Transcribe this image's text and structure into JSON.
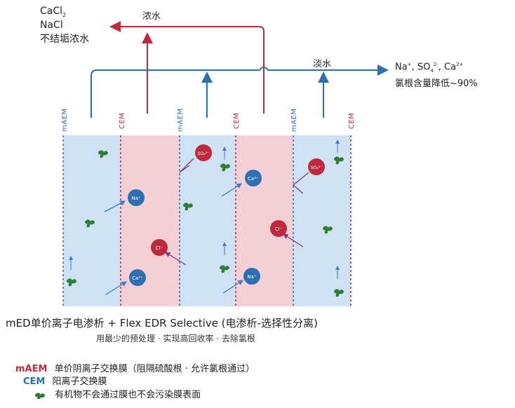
{
  "concentrate": {
    "title": "浓水",
    "ions_line1": "CaCl",
    "ions_line1_sub": "2",
    "ions_line2": "NaCl",
    "note": "不结垢浓水"
  },
  "dilute": {
    "title": "淡水",
    "ions_na": "Na",
    "ions_so4": ", SO",
    "ions_ca": ", Ca",
    "note": "氯根含量降低~90%"
  },
  "membranes": [
    {
      "label": "mAEM",
      "color": "#2d6fb3"
    },
    {
      "label": "CEM",
      "color": "#c0283e"
    },
    {
      "label": "mAEM",
      "color": "#2d6fb3"
    },
    {
      "label": "CEM",
      "color": "#c0283e"
    },
    {
      "label": "mAEM",
      "color": "#2d6fb3"
    },
    {
      "label": "CEM",
      "color": "#c0283e"
    }
  ],
  "ions": [
    {
      "label": "Na⁺",
      "kind": "cation"
    },
    {
      "label": "Ca²⁺",
      "kind": "cation"
    },
    {
      "label": "Cl⁻",
      "kind": "anion"
    },
    {
      "label": "SO₄²⁻",
      "kind": "anion"
    },
    {
      "label": "Ca²⁺",
      "kind": "cation"
    },
    {
      "label": "Na⁺",
      "kind": "cation"
    },
    {
      "label": "Cl⁻",
      "kind": "anion"
    },
    {
      "label": "SO₄²⁻",
      "kind": "anion"
    }
  ],
  "caption": {
    "title": "mED单价离子电渗析 + Flex EDR Selective (电渗析-选择性分离)",
    "subtitle": "用最少的预处理 · 实现高回收率 · 去除氯根"
  },
  "legend": {
    "maem_key": "mAEM",
    "maem_text": "单价阴离子交换膜（阻隔硫酸根 · 允许氯根通过）",
    "cem_key": "CEM",
    "cem_text": "阳离子交换膜",
    "organics_text": "有机物不会通过膜也不会污染膜表面"
  },
  "colors": {
    "blue": "#2d6fb3",
    "red": "#c0283e",
    "blue_fill": "#cfe2f3",
    "pink_fill": "#f3cfd6",
    "organic_green": "#2e7d32",
    "arrow_purple": "#7b3f7f"
  }
}
